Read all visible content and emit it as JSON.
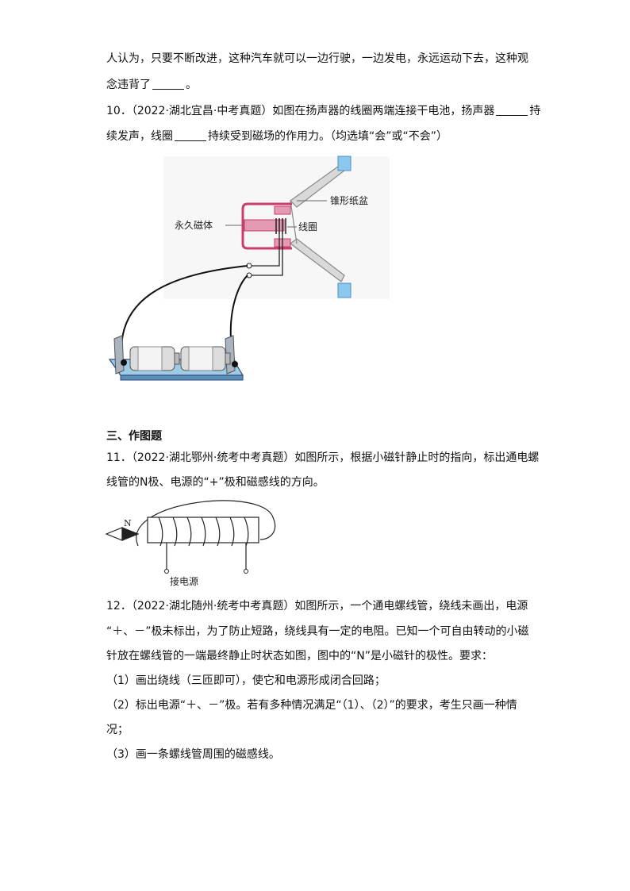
{
  "q9": {
    "line1": "人认为，只要不断改进，这种汽车就可以一边行驶，一边发电，永远运动下去，这种观",
    "line2_a": "念违背了",
    "line2_b": "。"
  },
  "q10": {
    "line1_a": "10．（2022·湖北宜昌·中考真题）如图在扬声器的线圈两端连接干电池，扬声器",
    "line1_b": "持",
    "line2_a": "续发声，线圈",
    "line2_b": "持续受到磁场的作用力。（均选填“会”或“不会”）",
    "figure": {
      "label_cone": "锥形纸盆",
      "label_magnet": "永久磁体",
      "label_coil": "线圈"
    }
  },
  "section3": {
    "title": "三、作图题"
  },
  "q11": {
    "line1": "11．（2022·湖北鄂州·统考中考真题）如图所示，根据小磁针静止时的指向，标出通电螺",
    "line2": "线管的N极、电源的“+”极和磁感线的方向。",
    "figure": {
      "needle_label": "N",
      "power_label": "接电源"
    }
  },
  "q12": {
    "line1": "12．（2022·湖北随州·统考中考真题）如图所示，一个通电螺线管，绕线未画出，电源",
    "line2": "“＋、－”极未标出，为了防止短路，绕线具有一定的电阻。已知一个可自由转动的小磁",
    "line3": "针放在螺线管的一端最终静止时状态如图，图中的“N”是小磁针的极性。要求：",
    "req1": "（1）画出绕线（三匝即可），使它和电源形成闭合回路；",
    "req2a": "（2）标出电源“＋、－”极。若有多种情况满足“（1）、（2）”的要求，考生只画一种情",
    "req2b": "况；",
    "req3": "（3）画一条螺线管周围的磁感线。"
  }
}
